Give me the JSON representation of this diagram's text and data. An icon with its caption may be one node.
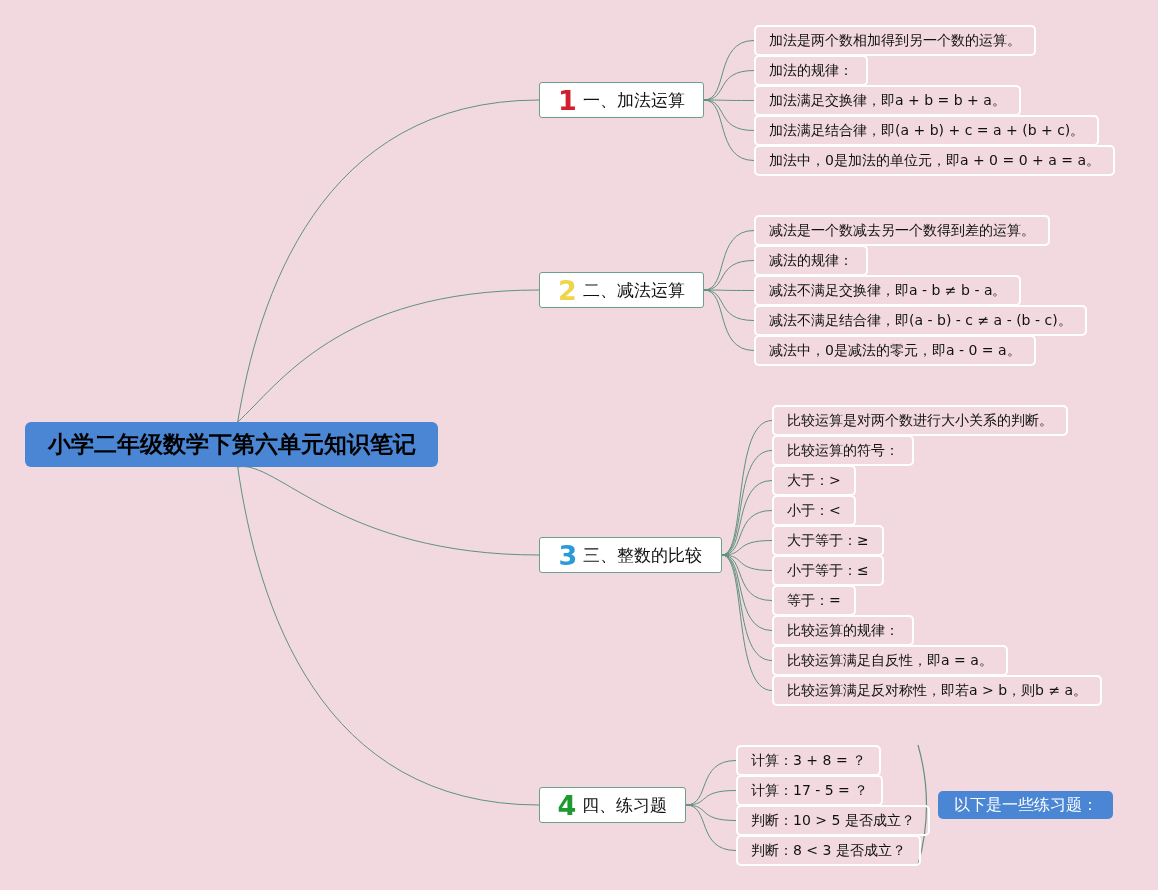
{
  "diagram": {
    "nodes": [
      {
        "text": [
          "小学二年级数学下第六单元知识笔记"
        ]
      },
      {
        "text": [
          "1",
          "一、加法运算"
        ]
      },
      {
        "text": [
          "加法是两个数相加得到另一个数的运算。"
        ]
      },
      {
        "text": [
          "加法的规律："
        ]
      },
      {
        "text": [
          "加法满足交换律，即a + b = b + a。"
        ]
      },
      {
        "text": [
          "加法满足结合律，即(a + b) + c = a + (b + c)。"
        ]
      },
      {
        "text": [
          "加法中，0是加法的单位元，即a + 0 = 0 + a = a。"
        ]
      },
      {
        "text": [
          "2",
          "二、减法运算"
        ]
      },
      {
        "text": [
          "减法是一个数减去另一个数得到差的运算。"
        ]
      },
      {
        "text": [
          "减法的规律："
        ]
      },
      {
        "text": [
          "减法不满足交换律，即a - b ≠ b - a。"
        ]
      },
      {
        "text": [
          "减法不满足结合律，即(a - b) - c ≠ a - (b - c)。"
        ]
      },
      {
        "text": [
          "减法中，0是减法的零元，即a - 0 = a。"
        ]
      },
      {
        "text": [
          "3",
          "三、整数的比较"
        ]
      },
      {
        "text": [
          "比较运算是对两个数进行大小关系的判断。"
        ]
      },
      {
        "text": [
          "比较运算的符号："
        ]
      },
      {
        "text": [
          "大于：>"
        ]
      },
      {
        "text": [
          "小于：<"
        ]
      },
      {
        "text": [
          "大于等于：≥"
        ]
      },
      {
        "text": [
          "小于等于：≤"
        ]
      },
      {
        "text": [
          "等于：="
        ]
      },
      {
        "text": [
          "比较运算的规律："
        ]
      },
      {
        "text": [
          "比较运算满足自反性，即a = a。"
        ]
      },
      {
        "text": [
          "比较运算满足反对称性，即若a > b，则b ≠ a。"
        ]
      },
      {
        "text": [
          "4",
          "四、练习题"
        ]
      },
      {
        "text": [
          "计算：3 + 8 = ？"
        ]
      },
      {
        "text": [
          "计算：17 - 5 = ？"
        ]
      },
      {
        "text": [
          "判断：10 > 5 是否成立？"
        ]
      },
      {
        "text": [
          "判断：8 < 3 是否成立？"
        ]
      },
      {
        "text": [
          "以下是一些练习题："
        ]
      }
    ],
    "edges": [
      {
        "from": 0,
        "to": 1,
        "arrow": "none"
      },
      {
        "from": 1,
        "to": 2,
        "arrow": "none"
      },
      {
        "from": 1,
        "to": 3,
        "arrow": "none"
      },
      {
        "from": 1,
        "to": 4,
        "arrow": "none"
      },
      {
        "from": 1,
        "to": 5,
        "arrow": "none"
      },
      {
        "from": 1,
        "to": 6,
        "arrow": "none"
      },
      {
        "from": 0,
        "to": 7,
        "arrow": "none"
      },
      {
        "from": 7,
        "to": 8,
        "arrow": "none"
      },
      {
        "from": 7,
        "to": 9,
        "arrow": "none"
      },
      {
        "from": 7,
        "to": 10,
        "arrow": "none"
      },
      {
        "from": 7,
        "to": 11,
        "arrow": "none"
      },
      {
        "from": 7,
        "to": 12,
        "arrow": "none"
      },
      {
        "from": 0,
        "to": 13,
        "arrow": "none"
      },
      {
        "from": 13,
        "to": 14,
        "arrow": "none"
      },
      {
        "from": 13,
        "to": 15,
        "arrow": "none"
      },
      {
        "from": 13,
        "to": 16,
        "arrow": "none"
      },
      {
        "from": 13,
        "to": 17,
        "arrow": "none"
      },
      {
        "from": 13,
        "to": 18,
        "arrow": "none"
      },
      {
        "from": 13,
        "to": 19,
        "arrow": "none"
      },
      {
        "from": 13,
        "to": 20,
        "arrow": "none"
      },
      {
        "from": 13,
        "to": 21,
        "arrow": "none"
      },
      {
        "from": 13,
        "to": 22,
        "arrow": "none"
      },
      {
        "from": 13,
        "to": 23,
        "arrow": "none"
      },
      {
        "from": 0,
        "to": 24,
        "arrow": "none"
      },
      {
        "from": 24,
        "to": 25,
        "arrow": "none"
      },
      {
        "from": 24,
        "to": 26,
        "arrow": "none"
      },
      {
        "from": 24,
        "to": 27,
        "arrow": "none"
      },
      {
        "from": 24,
        "to": 28,
        "arrow": "none"
      }
    ]
  }
}
